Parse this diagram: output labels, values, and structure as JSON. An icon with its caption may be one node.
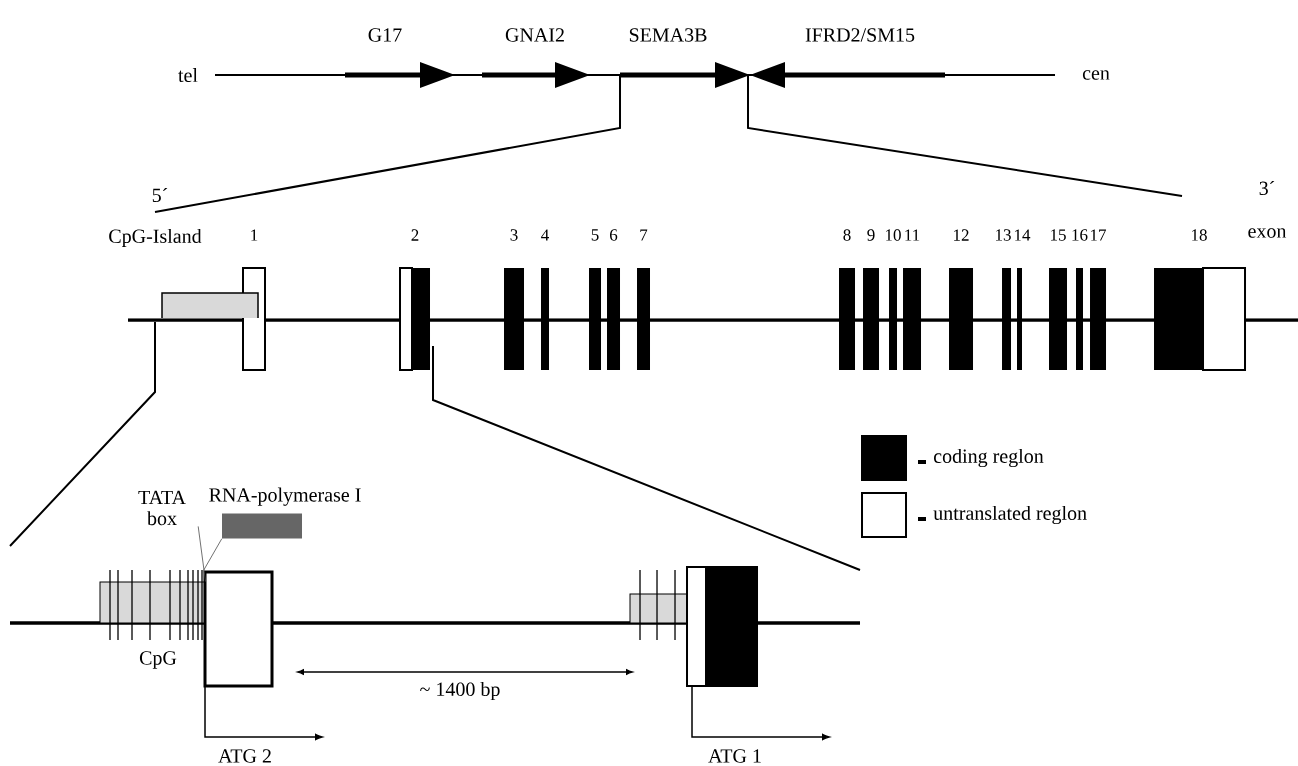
{
  "diagram": {
    "nodes": [
      {
        "text": [
          "RNA-polymerase I"
        ]
      },
      {
        "text": [
          "TATA box"
        ]
      },
      {
        "text": [],
        "shape": "box"
      },
      {
        "text": [],
        "shape": "box"
      },
      {
        "text": [],
        "shape": "box"
      },
      {
        "text": [],
        "shape": "box"
      }
    ],
    "edges": [
      {
        "from": 0,
        "to": 3,
        "arrow": "none"
      },
      {
        "from": 1,
        "to": 2,
        "arrow": "none"
      }
    ],
    "labels": [
      "G17",
      "GNAI2",
      "SEMA3B",
      "IFRD2/SM15",
      "tel",
      "cen",
      "5´",
      "3´",
      "CpG-Island",
      "1",
      "2",
      "3",
      "4",
      "5",
      "6",
      "7",
      "8",
      "9",
      "10",
      "11",
      "12",
      "13",
      "14",
      "15",
      "16",
      "17",
      "18",
      "exon",
      "CpG",
      "~ 1400 bp",
      "ATG 2",
      "ATG 1"
    ],
    "legend": [
      {
        "text": "coding reglon",
        "color": "#000000"
      },
      {
        "text": "untranslated reglon"
      }
    ]
  }
}
